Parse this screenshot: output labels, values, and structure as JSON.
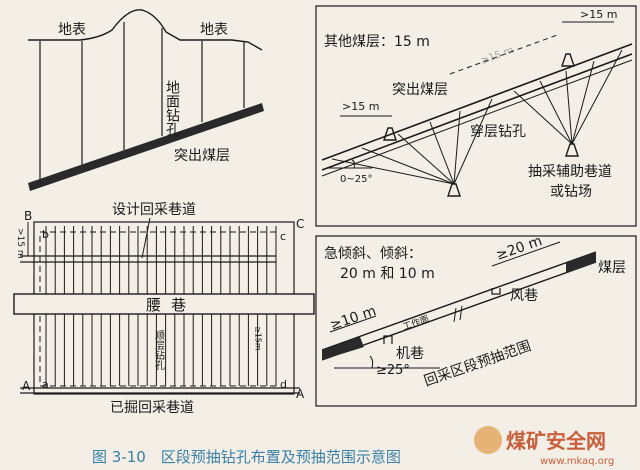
{
  "panel_tl": {
    "surface_left": "地表",
    "surface_right": "地表",
    "surface_borehole": "地面钻孔",
    "outburst_seam": "突出煤层"
  },
  "panel_tr": {
    "other_seams": "其他煤层：15 m",
    "outburst_seam": "突出煤层",
    "cross_borehole": "穿层钻孔",
    "roadway": "抽采辅助巷道",
    "roadway_or_site": "或钻场",
    "dist_left": ">15 m",
    "dist_right": ">15 m",
    "dist_ghost": "≥15 m",
    "angle": "0~25°"
  },
  "panel_bl": {
    "design_roadway": "设计回采巷道",
    "waist_roadway": "腰巷",
    "excavated_roadway": "已掘回采巷道",
    "layer_borehole": "顺层钻孔",
    "point_B": "B",
    "point_C": "C",
    "point_A_left": "A",
    "point_A_right": "A",
    "point_b": "b",
    "point_c": "c",
    "point_a": "a",
    "point_d": "d",
    "dim_15": ">15 m",
    "dim_15_right": "≥15m"
  },
  "panel_br": {
    "steep_label": "急倾斜、倾斜：",
    "steep_values": "20 m 和 10 m",
    "dist_20": "≥20 m",
    "dist_10": "≥10 m",
    "coal_seam": "煤层",
    "air_roadway": "风巷",
    "working_face": "工作面",
    "haulage_roadway": "机巷",
    "angle": "≥25°",
    "range": "回采区段预抽范围"
  },
  "caption": "图 3-10　区段预抽钻孔布置及预抽范围示意图",
  "watermark": {
    "text": "煤矿安全网",
    "url": "www.mkaq.org"
  }
}
